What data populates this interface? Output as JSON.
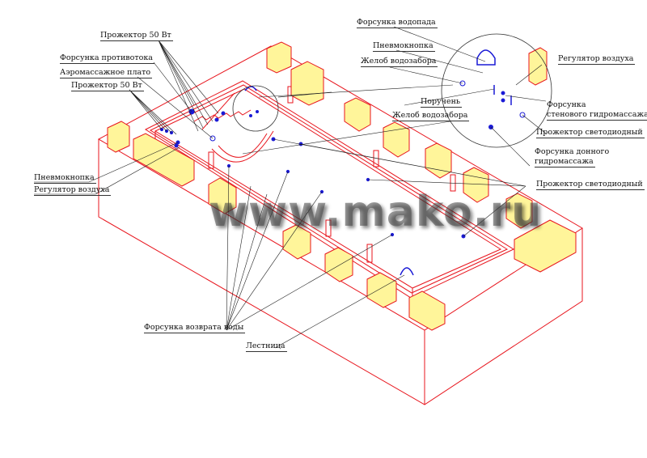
{
  "labels": {
    "projector_50w_top": "Прожектор 50 Вт",
    "counterflow_nozzle": "Форсунка противотока",
    "aeromassage_plate": "Аэромассажное плато",
    "projector_50w": "Прожектор 50 Вт",
    "pneumo_button_left": "Пневмокнопка",
    "air_regulator_left": "Регулятор воздуха",
    "waterfall_nozzle": "Форсунка водопада",
    "pneumo_button_right": "Пневмокнопка",
    "intake_gutter_top": "Желоб водозабора",
    "air_regulator_right": "Регулятор воздуха",
    "handrail": "Поручень",
    "intake_gutter": "Желоб водозабора",
    "wall_hydromassage_1": "Форсунка",
    "wall_hydromassage_2": "стенового гидромассажа",
    "led_projector_detail": "Прожектор светодиодный",
    "bottom_hydromassage_1": "Форсунка донного",
    "bottom_hydromassage_2": "гидромассажа",
    "led_projector": "Прожектор светодиодный",
    "return_nozzle": "Форсунка возврата воды",
    "ladder": "Лестница"
  },
  "watermark": "www.mako.ru",
  "colors": {
    "structure": "#e8161e",
    "equipment": "#1a1ad6",
    "block_fill": "#fff59a",
    "leader": "#222222"
  }
}
